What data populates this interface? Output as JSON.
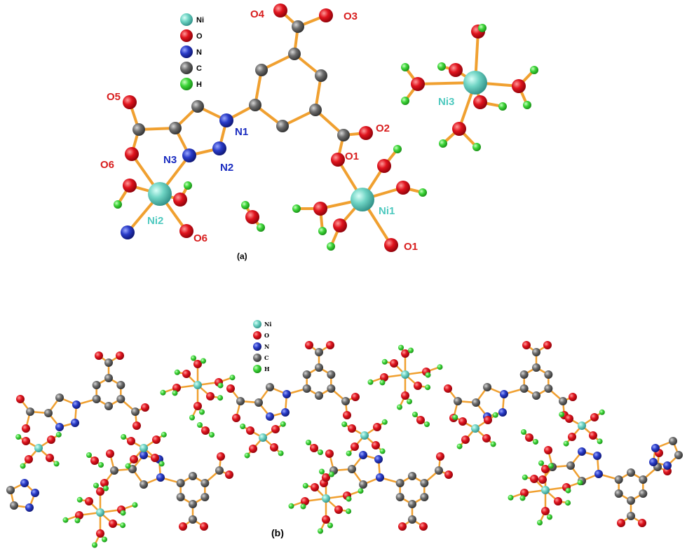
{
  "colors": {
    "Ni": "#6fd4c4",
    "O": "#e0141e",
    "N": "#2a3cc8",
    "C": "#6e6e6e",
    "H": "#3ed63a",
    "bond": "#f0a030",
    "label_red": "#d81e1e",
    "label_blue": "#1a2cc0",
    "label_teal": "#4ec9bf"
  },
  "legend_a": [
    {
      "el": "Ni",
      "label": "Ni"
    },
    {
      "el": "O",
      "label": "O"
    },
    {
      "el": "N",
      "label": "N"
    },
    {
      "el": "C",
      "label": "C"
    },
    {
      "el": "H",
      "label": "H"
    }
  ],
  "legend_b": [
    {
      "el": "Ni",
      "label": "Ni"
    },
    {
      "el": "O",
      "label": "O"
    },
    {
      "el": "N",
      "label": "N"
    },
    {
      "el": "C",
      "label": "C"
    },
    {
      "el": "H",
      "label": "H"
    }
  ],
  "panel_a": {
    "caption": "(a)",
    "atom_labels": {
      "o4": "O4",
      "o3": "O3",
      "o5": "O5",
      "o6_top": "O6",
      "o6_bot": "O6",
      "o2": "O2",
      "o1_top": "O1",
      "o1_bot": "O1",
      "n1": "N1",
      "n2": "N2",
      "n3": "N3",
      "ni1": "Ni1",
      "ni2": "Ni2",
      "ni3": "Ni3"
    }
  },
  "panel_b": {
    "caption": "(b)"
  }
}
